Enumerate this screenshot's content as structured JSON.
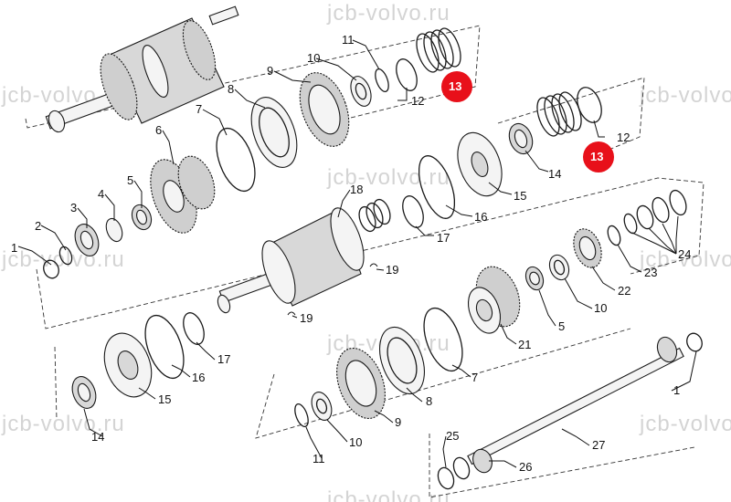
{
  "watermark": "jcb-volvo.ru",
  "labels": {
    "l1a": "1",
    "l1b": "1",
    "l2": "2",
    "l3": "3",
    "l4": "4",
    "l5a": "5",
    "l5b": "5",
    "l6": "6",
    "l7a": "7",
    "l7b": "7",
    "l8a": "8",
    "l8b": "8",
    "l9a": "9",
    "l9b": "9",
    "l10a": "10",
    "l10b": "10",
    "l10c": "10",
    "l11a": "11",
    "l11b": "11",
    "l12a": "12",
    "l12b": "12",
    "l14a": "14",
    "l14b": "14",
    "l15a": "15",
    "l15b": "15",
    "l16a": "16",
    "l16b": "16",
    "l17a": "17",
    "l17b": "17",
    "l18": "18",
    "l19a": "19",
    "l19b": "19",
    "l21": "21",
    "l22": "22",
    "l23": "23",
    "l24": "24",
    "l25": "25",
    "l26": "26",
    "l27": "27"
  },
  "badges": {
    "b1": "13",
    "b2": "13"
  },
  "colors": {
    "badge": "#e8101a",
    "watermark": "#d4d4d4",
    "line": "#111111"
  }
}
